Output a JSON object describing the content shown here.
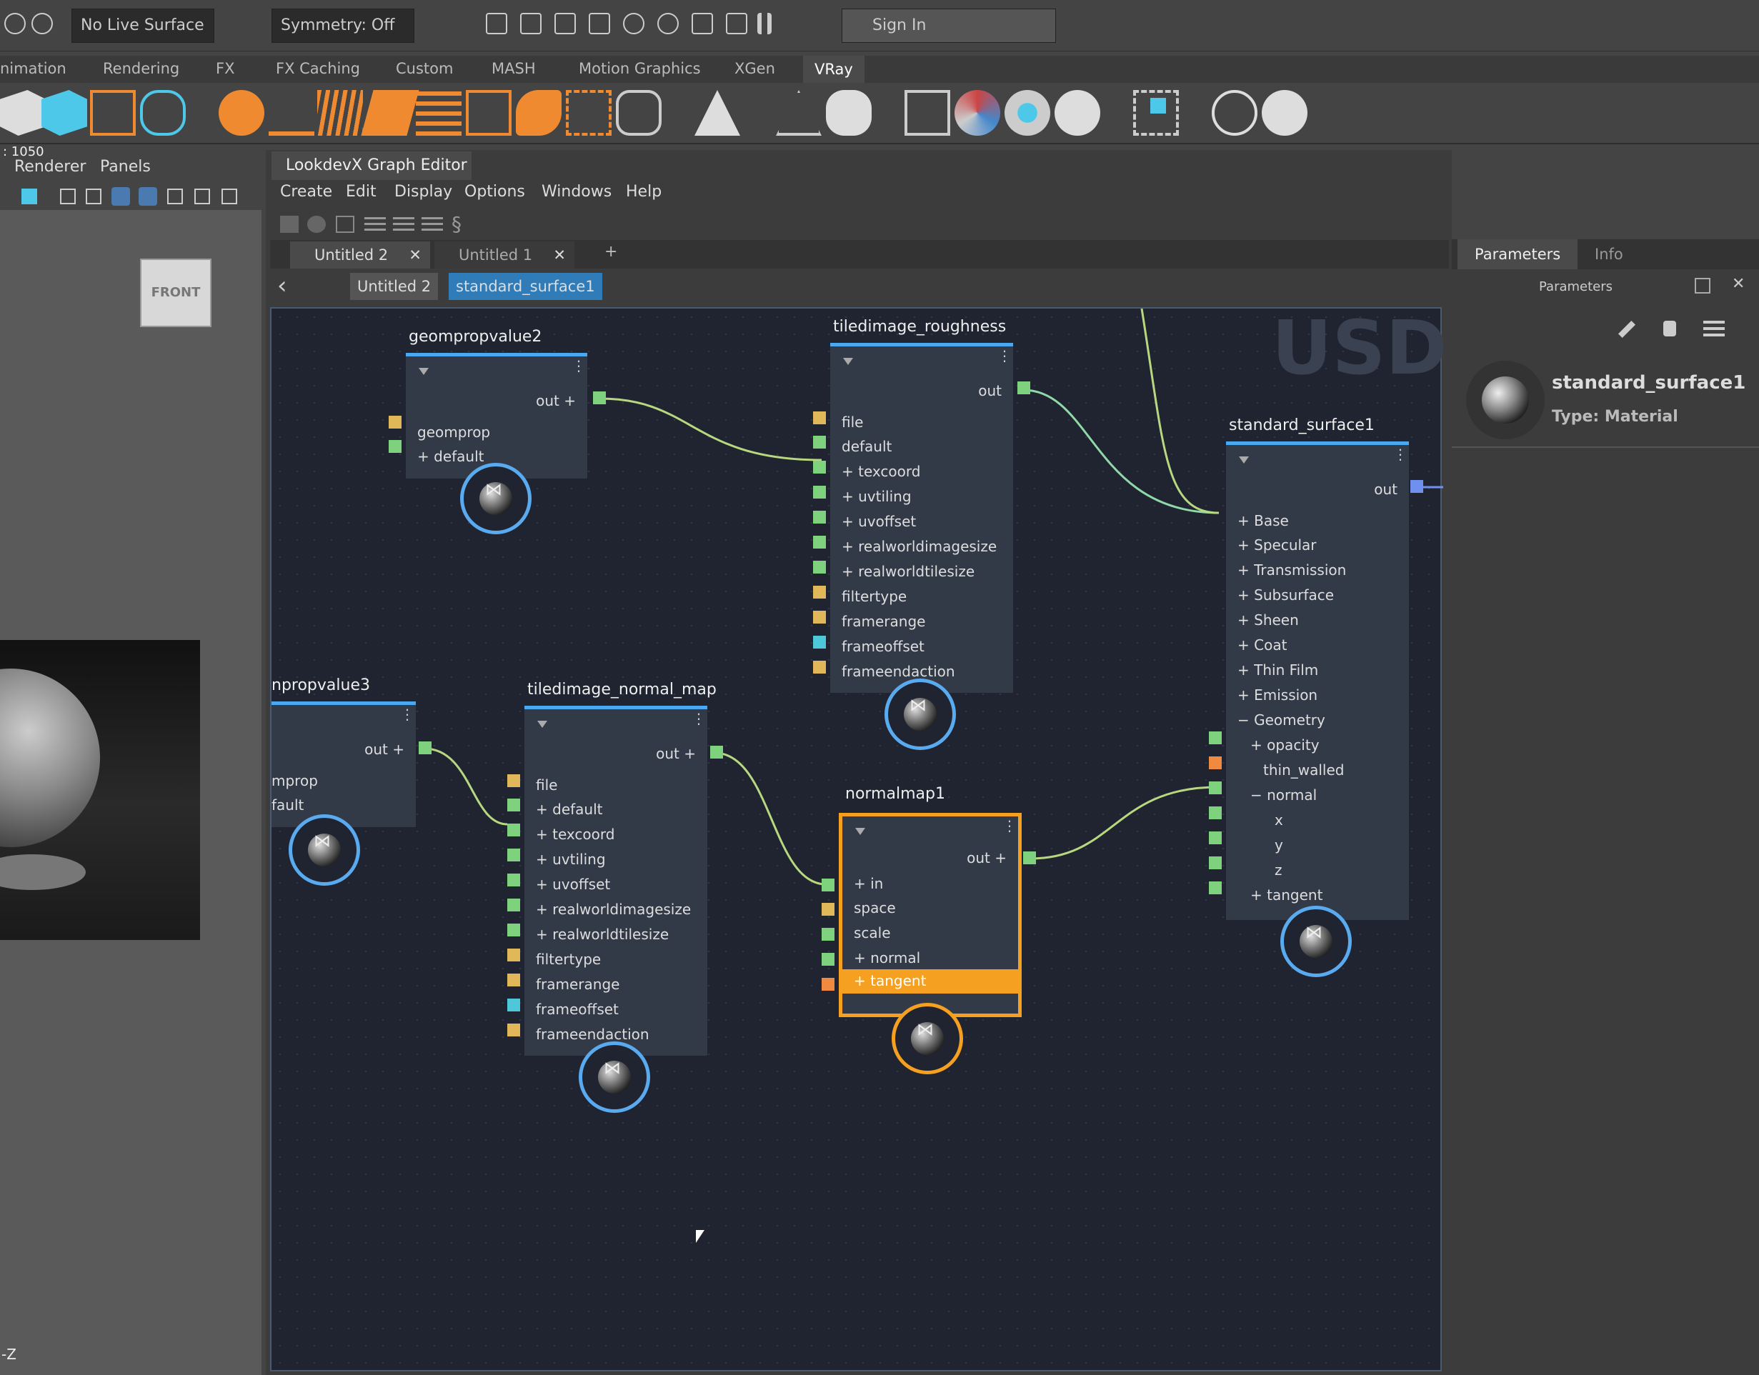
{
  "toolbar": {
    "live_surface": "No Live Surface",
    "symmetry": "Symmetry: Off",
    "sign_in": "Sign In"
  },
  "shelf_tabs": [
    "nimation",
    "Rendering",
    "FX",
    "FX Caching",
    "Custom",
    "MASH",
    "Motion Graphics",
    "XGen",
    "VRay"
  ],
  "left_panel": {
    "menus": [
      "Renderer",
      "Panels"
    ],
    "readout": ": 1050",
    "view_cube": "FRONT",
    "axis": "-Z"
  },
  "editor": {
    "title": "LookdevX Graph Editor",
    "menus": [
      "Create",
      "Edit",
      "Display",
      "Options",
      "Windows",
      "Help"
    ],
    "tabs": [
      "Untitled 2",
      "Untitled 1"
    ],
    "add_tab": "+",
    "breadcrumb": [
      "Untitled 2",
      "standard_surface1"
    ],
    "watermark": "USD"
  },
  "nodes": {
    "geompropvalue2": {
      "title": "geompropvalue2",
      "out": "out",
      "rows": [
        "geomprop",
        "default"
      ]
    },
    "geompropvalue3": {
      "title": "npropvalue3",
      "out": "out",
      "rows": [
        "mprop",
        "fault"
      ]
    },
    "tiledimage_roughness": {
      "title": "tiledimage_roughness",
      "out": "out",
      "rows": [
        "file",
        "default",
        "texcoord",
        "uvtiling",
        "uvoffset",
        "realworldimagesize",
        "realworldtilesize",
        "filtertype",
        "framerange",
        "frameoffset",
        "frameendaction"
      ]
    },
    "tiledimage_normal_map": {
      "title": "tiledimage_normal_map",
      "out": "out",
      "rows": [
        "file",
        "default",
        "texcoord",
        "uvtiling",
        "uvoffset",
        "realworldimagesize",
        "realworldtilesize",
        "filtertype",
        "framerange",
        "frameoffset",
        "frameendaction"
      ]
    },
    "normalmap1": {
      "title": "normalmap1",
      "out": "out",
      "rows": [
        "in",
        "space",
        "scale",
        "normal",
        "tangent"
      ]
    },
    "standard_surface1": {
      "title": "standard_surface1",
      "out": "out",
      "rows": [
        "Base",
        "Specular",
        "Transmission",
        "Subsurface",
        "Sheen",
        "Coat",
        "Thin Film",
        "Emission",
        "Geometry",
        "opacity",
        "thin_walled",
        "normal",
        "x",
        "y",
        "z",
        "tangent"
      ]
    }
  },
  "params": {
    "tabs": [
      "Parameters",
      "Info"
    ],
    "header": "Parameters",
    "name": "standard_surface1",
    "type": "Type: Material"
  },
  "colors": {
    "graph_bg": "#1f2430",
    "node_accent": "#4aa8f0",
    "selected": "#f5a020",
    "port_yellow": "#e0b85a",
    "port_green": "#7ed27e",
    "port_cyan": "#4ec8d8"
  }
}
